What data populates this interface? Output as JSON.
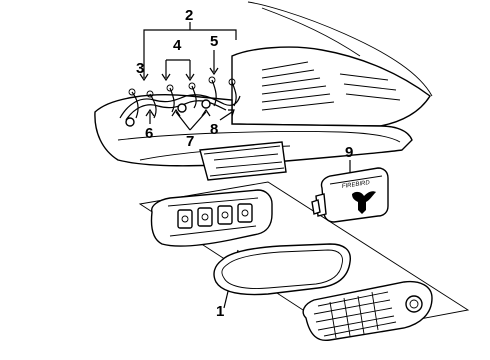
{
  "diagram": {
    "callouts": [
      "1",
      "2",
      "3",
      "4",
      "5",
      "6",
      "7",
      "8",
      "9"
    ],
    "emblem_text": "FIREBIRD"
  }
}
